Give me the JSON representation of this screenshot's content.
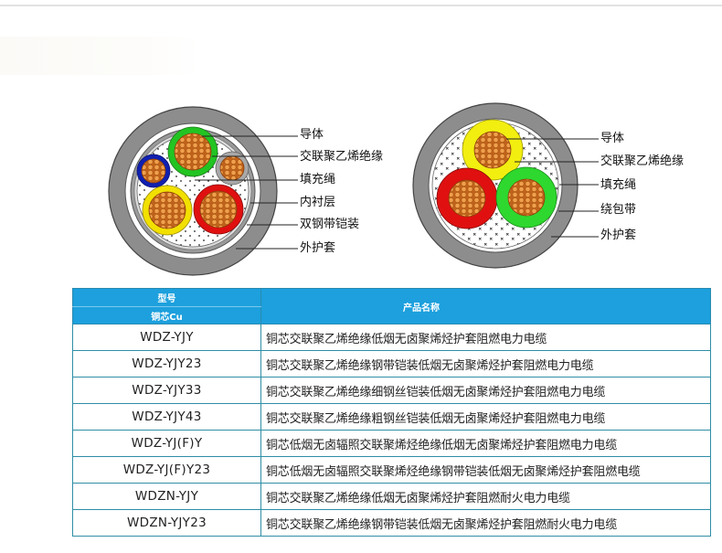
{
  "diagrams": {
    "left": {
      "title": "5-core cable cross-section (steel tape armored)",
      "labels": [
        "导体",
        "交联聚乙烯绝缘",
        "填充绳",
        "内衬层",
        "双钢带铠装",
        "外护套"
      ],
      "core_colors": [
        "#22c422",
        "#1020b0",
        "#a8a8a8",
        "#f2e000",
        "#e01010"
      ]
    },
    "right": {
      "title": "3-core cable cross-section",
      "labels": [
        "导体",
        "交联聚乙烯绝缘",
        "填充绳",
        "绕包带",
        "外护套"
      ],
      "core_colors": [
        "#f2ee10",
        "#e01010",
        "#2ed82e"
      ]
    },
    "colors": {
      "sheath": "#8a8a8a",
      "copper": "#c86a1a",
      "copper_strand": "#f0a050"
    }
  },
  "table": {
    "header": {
      "model_label": "型号",
      "product_name_label": "产品名称",
      "material_label": "铜芯Cu",
      "color": "#1da0dd"
    },
    "rows": [
      {
        "model": "WDZ-YJY",
        "name": "铜芯交联聚乙烯绝缘低烟无卤聚烯烃护套阻燃电力电缆"
      },
      {
        "model": "WDZ-YJY23",
        "name": "铜芯交联聚乙烯绝缘钢带铠装低烟无卤聚烯烃护套阻燃电力电缆"
      },
      {
        "model": "WDZ-YJY33",
        "name": "铜芯交联聚乙烯绝缘细钢丝铠装低烟无卤聚烯烃护套阻燃电力电缆"
      },
      {
        "model": "WDZ-YJY43",
        "name": "铜芯交联聚乙烯绝缘粗钢丝铠装低烟无卤聚烯烃护套阻燃电力电缆"
      },
      {
        "model": "WDZ-YJ(F)Y",
        "name": "铜芯低烟无卤辐照交联聚烯烃绝缘低烟无卤聚烯烃护套阻燃电力电缆"
      },
      {
        "model": "WDZ-YJ(F)Y23",
        "name": "铜芯低烟无卤辐照交联聚烯烃绝缘钢带铠装低烟无卤聚烯烃护套阻燃电缆"
      },
      {
        "model": "WDZN-YJY",
        "name": "铜芯交联聚乙烯绝缘低烟无卤聚烯烃护套阻燃耐火电力电缆"
      },
      {
        "model": "WDZN-YJY23",
        "name": "铜芯交联聚乙烯绝缘钢带铠装低烟无卤聚烯烃护套阻燃耐火电力电缆"
      }
    ]
  }
}
